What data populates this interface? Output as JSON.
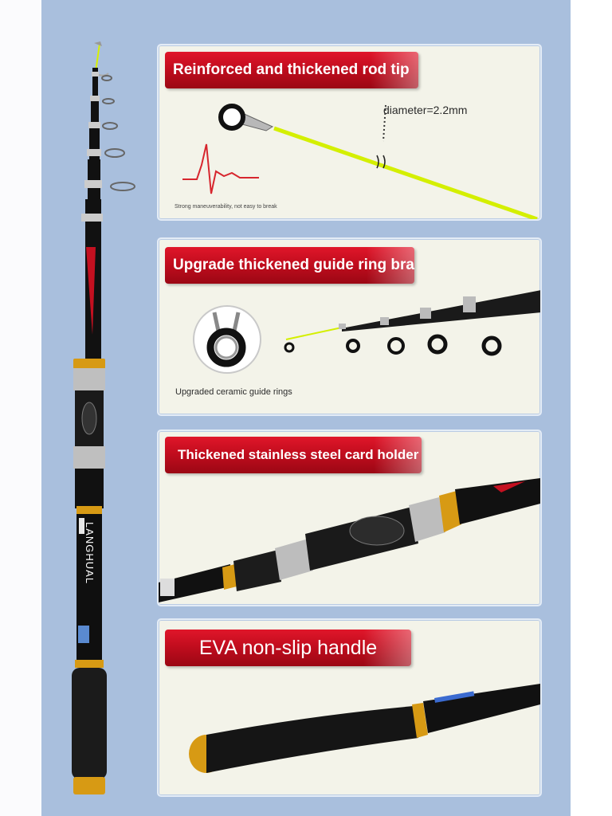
{
  "panels": [
    {
      "banner": "Reinforced and thickened rod tip",
      "note_diameter": "diameter=2.2mm",
      "caption": "Strong maneuverability, not easy to break"
    },
    {
      "banner": "Upgrade thickened guide ring bracket",
      "caption": "Upgraded ceramic guide rings"
    },
    {
      "banner": "Thickened stainless steel card holder"
    },
    {
      "banner": "EVA non-slip handle"
    }
  ],
  "rod_brand": "LANGHUAL",
  "colors": {
    "banner_red": "#d0101f",
    "background_blue": "#a9bfdd",
    "panel_bg": "#f3f3e9",
    "tip_yellow": "#d8f000",
    "gold": "#d79a14"
  }
}
